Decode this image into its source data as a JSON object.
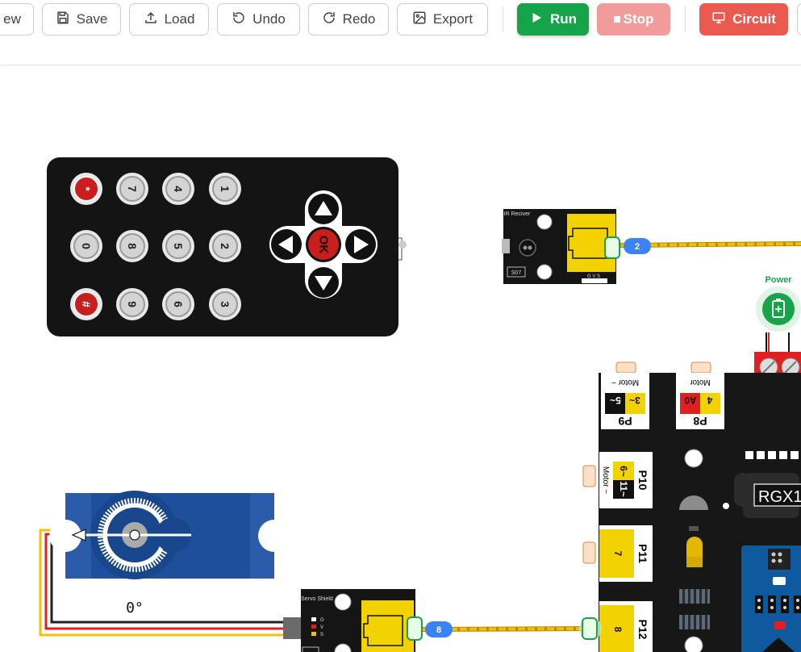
{
  "toolbar": {
    "new_label": "ew",
    "save_label": "Save",
    "load_label": "Load",
    "undo_label": "Undo",
    "redo_label": "Redo",
    "export_label": "Export",
    "run_label": "Run",
    "stop_label": "Stop",
    "circuit_label": "Circuit"
  },
  "colors": {
    "run": "#16a34a",
    "stop": "#f19b9b",
    "circuit": "#ea5a4e",
    "wire": "#e0b000",
    "pin_badge": "#3b82f6"
  },
  "remote": {
    "keys": [
      "*",
      "7",
      "4",
      "1",
      "0",
      "8",
      "5",
      "2",
      "#",
      "9",
      "6",
      "3"
    ],
    "ok_label": "OK"
  },
  "ir_receiver": {
    "title": "IR Reciver",
    "code": "S07",
    "pins": "G V S"
  },
  "pin_badges": {
    "ir": "2",
    "servo": "8"
  },
  "power": {
    "label": "Power"
  },
  "servo": {
    "angle": "0°"
  },
  "servo_shield": {
    "title": "Servo Shield",
    "pins": [
      "G",
      "V",
      "S"
    ]
  },
  "board": {
    "ports": [
      {
        "name": "P9",
        "tag": "Motor ~",
        "a": "3~",
        "b": "5~"
      },
      {
        "name": "P8",
        "tag": "Motor",
        "a": "4",
        "b": "A0"
      },
      {
        "name": "P10",
        "tag": "Motor ~",
        "a": "6~",
        "b": "11~"
      },
      {
        "name": "P11",
        "a": "7"
      },
      {
        "name": "P12",
        "a": "8"
      }
    ],
    "chip_label": "RGX1"
  }
}
